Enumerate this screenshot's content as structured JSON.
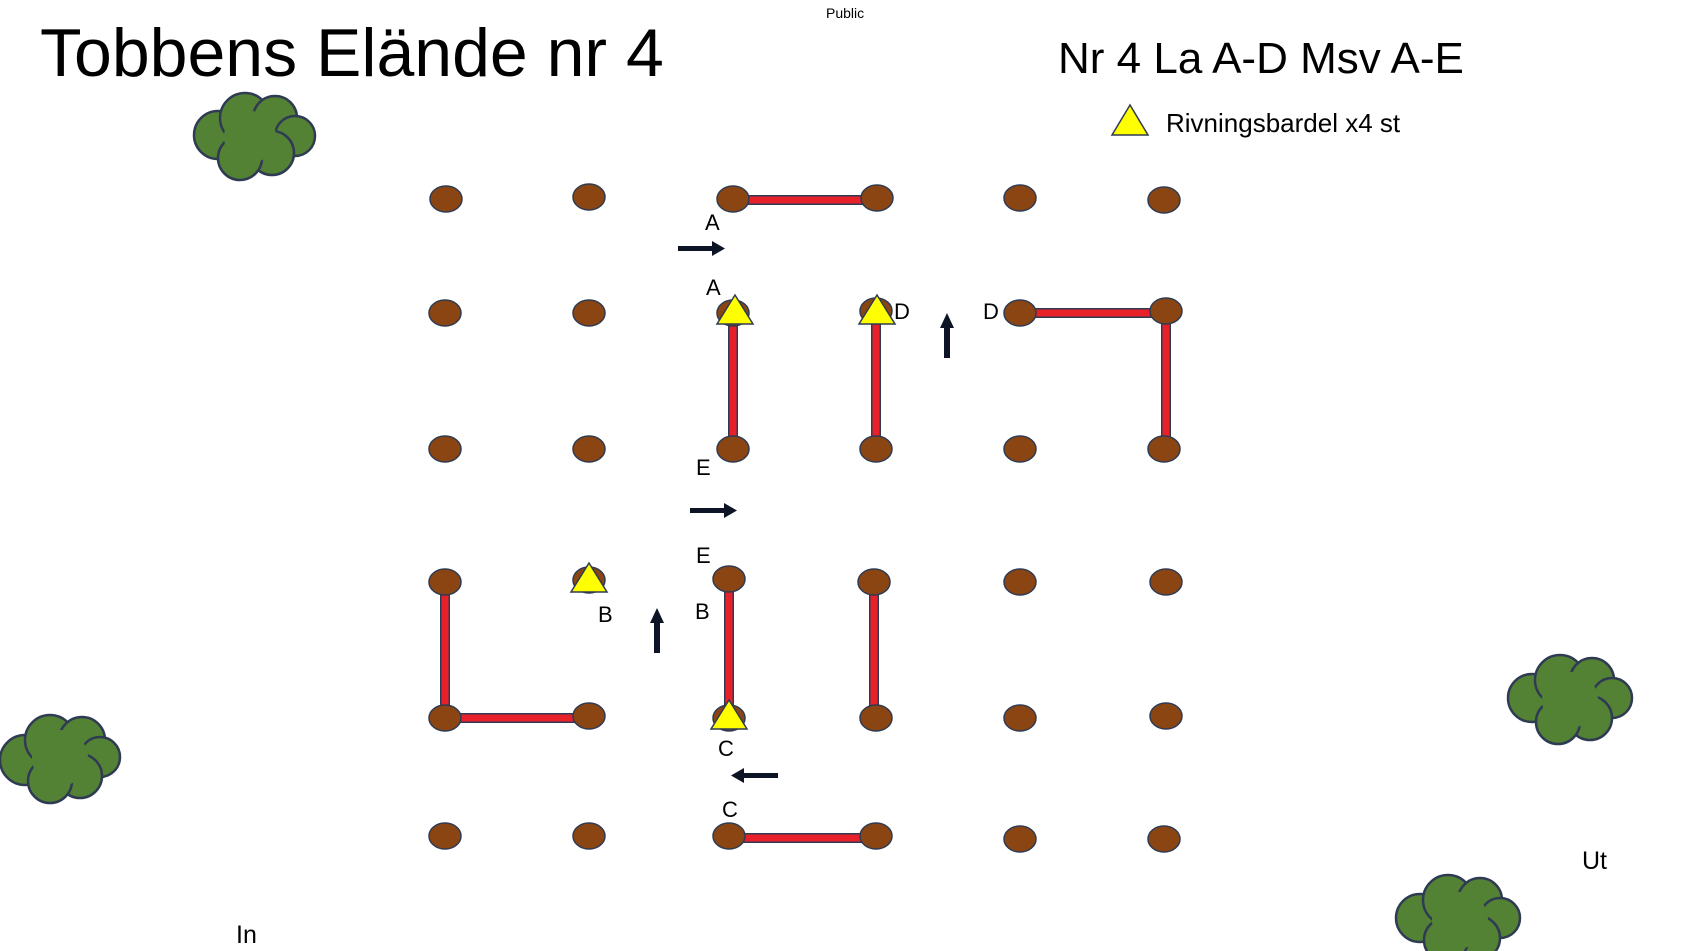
{
  "header": {
    "title": "Tobbens Elände nr 4",
    "tag": "Public",
    "subtitle": "Nr 4 La A-D Msv A-E"
  },
  "legend": {
    "label": "Rivningsbardel x4 st"
  },
  "letters": {
    "a1": "A",
    "a2": "A",
    "b1": "B",
    "b2": "B",
    "c1": "C",
    "c2": "C",
    "d1": "D",
    "d2": "D",
    "e1": "E",
    "e2": "E"
  },
  "labels": {
    "entry": "In",
    "exit": "Ut"
  },
  "colors": {
    "post": "#8B4513",
    "post_edge": "#2F3B52",
    "pole": "#E8202A",
    "obstacle": "#FFFF00",
    "bush": "#548235",
    "bush_edge": "#2F3B52",
    "arrow": "#0D1426"
  }
}
